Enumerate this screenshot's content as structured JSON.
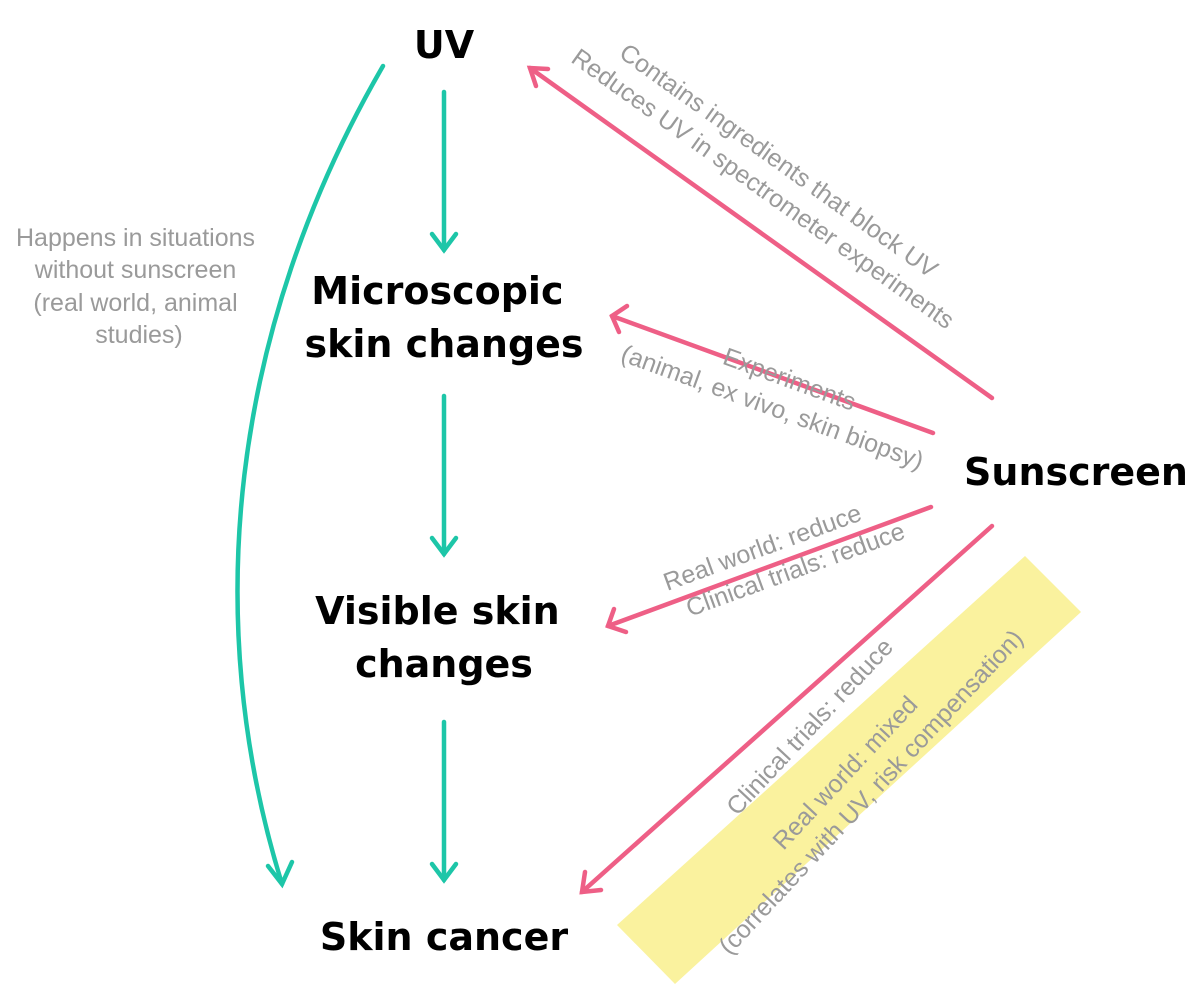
{
  "colors": {
    "teal_arrow": "#1dc6a8",
    "pink_arrow": "#ee5f86",
    "highlight": "#faf29e",
    "annotation_text": "#9a9a9a",
    "node_text": "#000000"
  },
  "nodes": {
    "uv": "UV",
    "microscopic": [
      "Microscopic",
      "skin changes"
    ],
    "visible": [
      "Visible skin",
      "changes"
    ],
    "cancer": "Skin cancer",
    "sunscreen": "Sunscreen"
  },
  "annotations": {
    "uv_to_cancer": [
      "Happens in situations",
      "without sunscreen",
      "(real world, animal",
      "studies)"
    ],
    "sunscreen_to_uv": [
      "Contains ingredients that block UV",
      "Reduces UV in spectrometer experiments"
    ],
    "sunscreen_to_microscopic": [
      "Experiments",
      "(animal, ex vivo, skin biopsy)"
    ],
    "sunscreen_to_visible": [
      "Real world: reduce",
      "Clinical trials: reduce"
    ],
    "sunscreen_to_cancer": [
      "Clinical trials: reduce"
    ],
    "sunscreen_to_cancer_highlight": [
      "Real world: mixed",
      "(correlates with UV, risk compensation)"
    ]
  }
}
